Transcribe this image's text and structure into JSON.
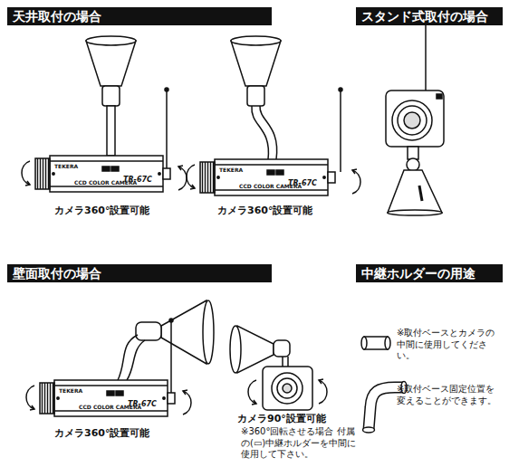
{
  "diagram": {
    "nodes": [
      {
        "text": [
          "天井取付の場合"
        ]
      },
      {
        "text": [
          "スタンド式取付の場合"
        ]
      },
      {
        "text": [
          "壁面取付の場合"
        ]
      },
      {
        "text": [
          "中継ホルダーの用途"
        ]
      }
    ],
    "labels": [
      "カメラ360°設置可能",
      "カメラ360°設置可能",
      "カメラ360°設置可能",
      "カメラ90°設置可能",
      "※360°回転させる場合 付属の(▭)中継ホルダーを中間に使用して下さい。",
      "※取付ベースとカメラの中間に使用してください。",
      "※取付ベース固定位置を変えることができます。",
      "TEKERA",
      "CCD COLOR CAMERA",
      "TR-67C",
      "TEKERA",
      "CCD COLOR CAMERA",
      "TR-67C",
      "TEKERA",
      "CCD COLOR CAMERA",
      "TR-67C"
    ]
  }
}
